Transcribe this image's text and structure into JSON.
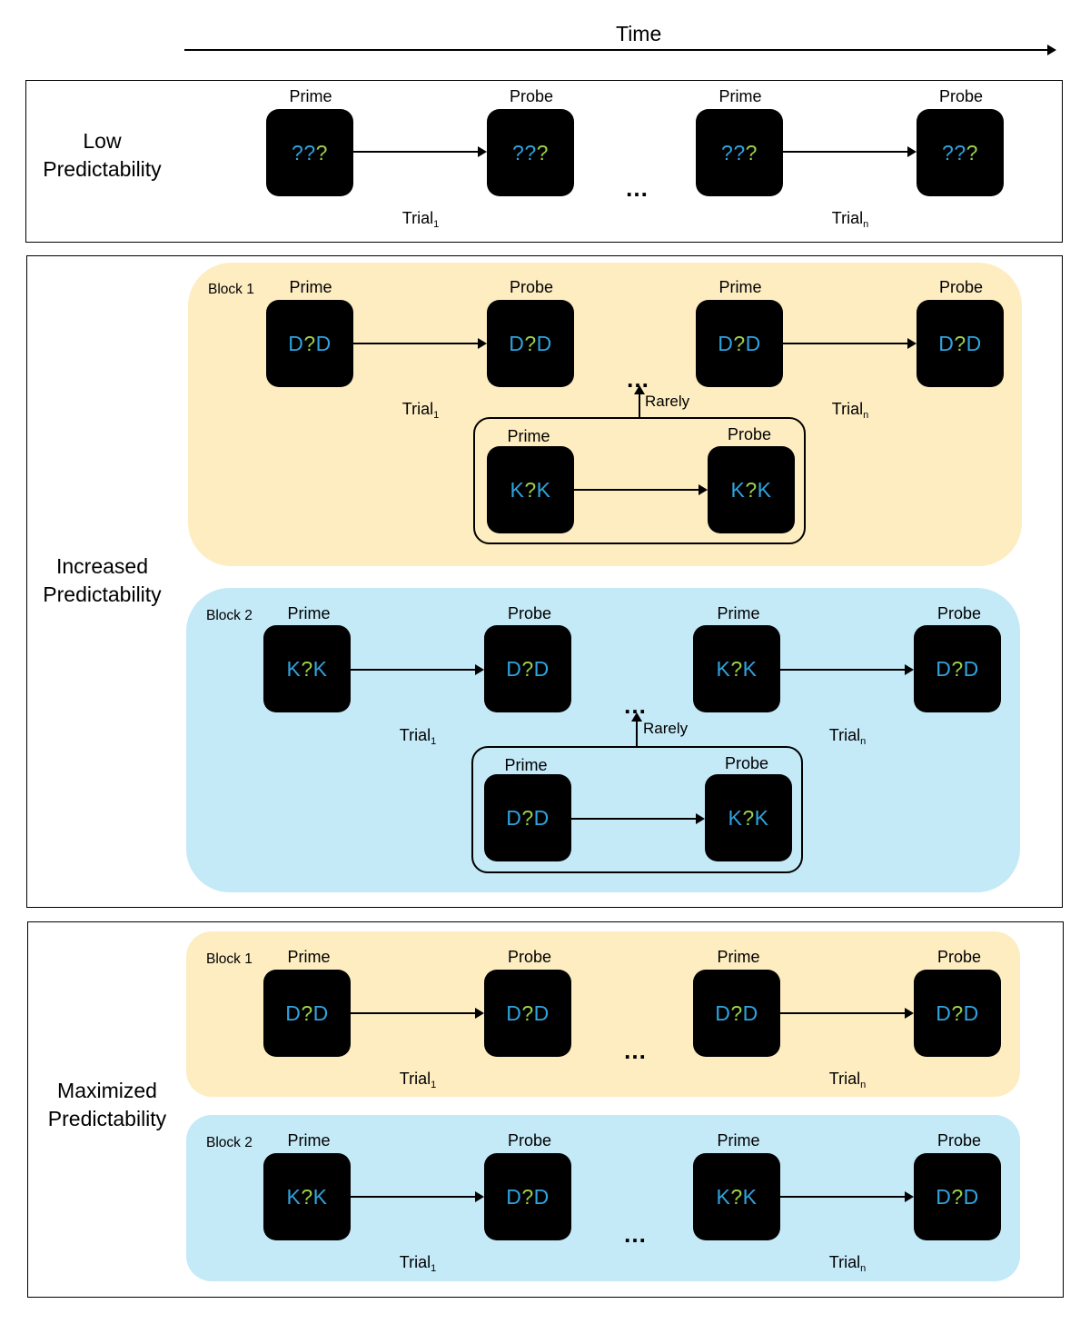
{
  "header": {
    "time_label": "Time"
  },
  "labels": {
    "prime": "Prime",
    "probe": "Probe",
    "trial_base": "Trial",
    "trial_first_sub": "1",
    "trial_last_sub": "n",
    "ellipsis": "…",
    "rarely": "Rarely"
  },
  "stimuli": {
    "unknown": {
      "left": "??",
      "mid": "?",
      "right": ""
    },
    "D": {
      "left": "D",
      "mid": "?",
      "right": "D"
    },
    "K": {
      "left": "K",
      "mid": "?",
      "right": "K"
    }
  },
  "rows": {
    "low": {
      "label_line1": "Low",
      "label_line2": "Predictability"
    },
    "increased": {
      "label_line1": "Increased",
      "label_line2": "Predictability",
      "block1": {
        "name": "Block 1"
      },
      "block2": {
        "name": "Block 2"
      }
    },
    "maximized": {
      "label_line1": "Maximized",
      "label_line2": "Predictability",
      "block1": {
        "name": "Block 1"
      },
      "block2": {
        "name": "Block 2"
      }
    }
  },
  "colors": {
    "letter": "#2fa3df",
    "question": "#9ed14b",
    "block1_bg": "#fdedc1",
    "block2_bg": "#c4e9f7"
  }
}
